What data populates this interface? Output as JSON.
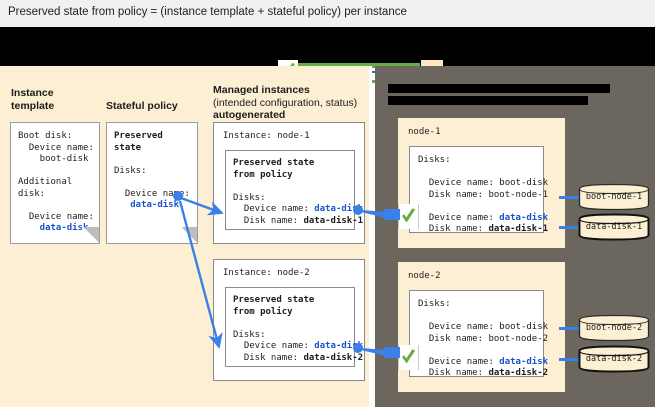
{
  "title": {
    "text": "Preserved state from policy = (instance template + stateful policy) per instance"
  },
  "legend": {
    "check_icon": "green-check-icon",
    "green_line_color": "#67ad45",
    "blue_line_color": "#4285f4",
    "tan_swatch_color": "#fbe7c2",
    "redacted": true
  },
  "colors": {
    "panel_cream": "#fcefd3",
    "panel_gray": "#6b675f",
    "accent_blue": "#1a53d0",
    "link_blue": "#3b7fe8",
    "check_green": "#67ad45",
    "title_bg": "#f1f1f1"
  },
  "left_panel": {
    "columns": [
      {
        "heading_line1": "Instance",
        "heading_line2": "template",
        "card": {
          "lines": [
            {
              "text": "Boot disk:",
              "style": "plain"
            },
            {
              "text": "",
              "style": "plain"
            },
            {
              "text": "  Device name:",
              "style": "plain"
            },
            {
              "text": "    boot-disk",
              "style": "plain"
            },
            {
              "text": "",
              "style": "plain"
            },
            {
              "text": "Additional",
              "style": "plain"
            },
            {
              "text": "disk:",
              "style": "plain"
            },
            {
              "text": "",
              "style": "plain"
            },
            {
              "text": "  Device name:",
              "style": "plain"
            },
            {
              "text": "    data-disk",
              "style": "blue"
            }
          ]
        }
      },
      {
        "heading_line1": "Stateful policy",
        "heading_line2": "",
        "card": {
          "lines": [
            {
              "text": "Preserved",
              "style": "bold"
            },
            {
              "text": "state",
              "style": "bold"
            },
            {
              "text": "",
              "style": "plain"
            },
            {
              "text": "Disks:",
              "style": "plain"
            },
            {
              "text": "",
              "style": "plain"
            },
            {
              "text": "  Device name:",
              "style": "plain"
            },
            {
              "text": "   data-disk",
              "style": "blue"
            }
          ]
        }
      }
    ],
    "managed": {
      "heading_line1": "Managed instances",
      "heading_line2": "(intended configuration, status)",
      "heading_line3": "autogenerated",
      "instances": [
        {
          "title": "Instance: node-1",
          "inner": {
            "header_line1": "Preserved state",
            "header_line2": "from policy",
            "disks_label": "Disks:",
            "device_label": "Device name: ",
            "device_value": "data-disk",
            "disk_label": "Disk name: ",
            "disk_value": "data-disk-1"
          }
        },
        {
          "title": "Instance: node-2",
          "inner": {
            "header_line1": "Preserved state",
            "header_line2": "from policy",
            "disks_label": "Disks:",
            "device_label": "Device name: ",
            "device_value": "data-disk",
            "disk_label": "Disk name: ",
            "disk_value": "data-disk-2"
          }
        }
      ]
    }
  },
  "right_panel": {
    "heading_redacted_line1": "",
    "heading_redacted_line2": "",
    "nodes": [
      {
        "title": "node-1",
        "disks_label": "Disks:",
        "boot": {
          "device_label": "  Device name: ",
          "device_value": "boot-disk",
          "disk_label": "  Disk name: ",
          "disk_value": "boot-node-1"
        },
        "data": {
          "device_label": "  Device name: ",
          "device_value": "data-disk",
          "disk_label": "  Disk name: ",
          "disk_value": "data-disk-1"
        },
        "status_icon": "green-check-icon",
        "cylinders": [
          "boot-node-1",
          "data-disk-1"
        ]
      },
      {
        "title": "node-2",
        "disks_label": "Disks:",
        "boot": {
          "device_label": "  Device name: ",
          "device_value": "boot-disk",
          "disk_label": "  Disk name: ",
          "disk_value": "boot-node-2"
        },
        "data": {
          "device_label": "  Device name: ",
          "device_value": "data-disk",
          "disk_label": "  Disk name: ",
          "disk_value": "data-disk-2"
        },
        "status_icon": "green-check-icon",
        "cylinders": [
          "boot-node-2",
          "data-disk-2"
        ]
      }
    ]
  }
}
